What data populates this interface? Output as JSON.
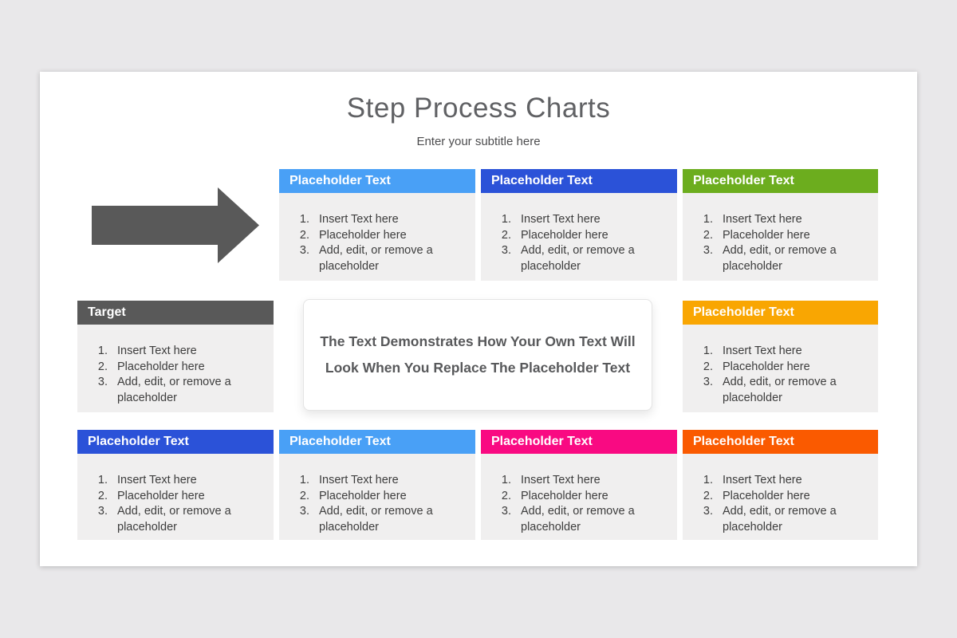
{
  "page": {
    "title": "Step Process Charts",
    "subtitle": "Enter your subtitle here"
  },
  "center_card": {
    "line1": "The Text Demonstrates How Your Own Text Will",
    "line2": "Look When You Replace The Placeholder Text"
  },
  "arrow": {
    "color": "#595959"
  },
  "colors": {
    "light_blue": "#49A0F6",
    "royal_blue": "#2B52D8",
    "green": "#6CAD1E",
    "dark_gray": "#595959",
    "amber": "#F9A602",
    "pink": "#F90A82",
    "orange_red": "#FA5A00",
    "box_body_bg": "#F0EFEF"
  },
  "boxes": [
    {
      "label": "Placeholder Text",
      "color": "#49A0F6",
      "items": [
        "Insert Text here",
        "Placeholder here",
        "Add, edit, or remove a placeholder"
      ]
    },
    {
      "label": "Placeholder Text",
      "color": "#2B52D8",
      "items": [
        "Insert Text here",
        "Placeholder here",
        "Add, edit, or remove a placeholder"
      ]
    },
    {
      "label": "Placeholder Text",
      "color": "#6CAD1E",
      "items": [
        "Insert Text here",
        "Placeholder here",
        "Add, edit, or remove a placeholder"
      ]
    },
    {
      "label": "Target",
      "color": "#595959",
      "items": [
        "Insert Text here",
        "Placeholder here",
        "Add, edit, or remove a placeholder"
      ]
    },
    {
      "label": "Placeholder Text",
      "color": "#F9A602",
      "items": [
        "Insert Text here",
        "Placeholder here",
        "Add, edit, or remove a placeholder"
      ]
    },
    {
      "label": "Placeholder Text",
      "color": "#2B52D8",
      "items": [
        "Insert Text here",
        "Placeholder here",
        "Add, edit, or remove a placeholder"
      ]
    },
    {
      "label": "Placeholder Text",
      "color": "#49A0F6",
      "items": [
        "Insert Text here",
        "Placeholder here",
        "Add, edit, or remove a placeholder"
      ]
    },
    {
      "label": "Placeholder Text",
      "color": "#F90A82",
      "items": [
        "Insert Text here",
        "Placeholder here",
        "Add, edit, or remove a placeholder"
      ]
    },
    {
      "label": "Placeholder Text",
      "color": "#FA5A00",
      "items": [
        "Insert Text here",
        "Placeholder here",
        "Add, edit, or remove a placeholder"
      ]
    }
  ]
}
